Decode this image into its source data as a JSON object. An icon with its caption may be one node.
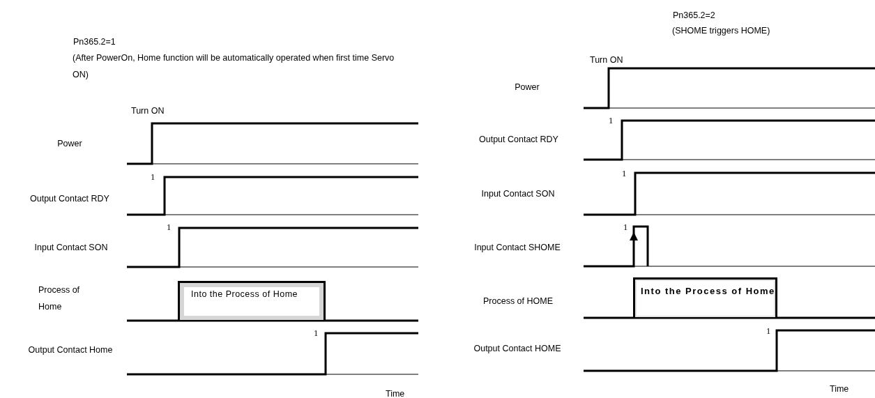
{
  "diagram": {
    "nodes": [
      {
        "text": [
          "Into the Process of Home"
        ]
      },
      {
        "text": [
          "Into the Process of Home"
        ]
      }
    ],
    "edges": [],
    "labels": [
      "Pn365.2=1",
      "(After PowerOn, Home function will be automatically operated when first time Servo ON)",
      "Turn ON",
      "Power",
      "1",
      "Output Contact RDY",
      "1",
      "Input Contact SON",
      "Process of Home",
      "1",
      "Output Contact Home",
      "Time",
      "Pn365.2=2",
      "(SHOME triggers HOME)",
      "Turn ON",
      "Power",
      "1",
      "Output Contact RDY",
      "1",
      "Input Contact SON",
      "1",
      "Input Contact SHOME",
      "Process of HOME",
      "1",
      "Output Contact HOME",
      "Time"
    ]
  }
}
